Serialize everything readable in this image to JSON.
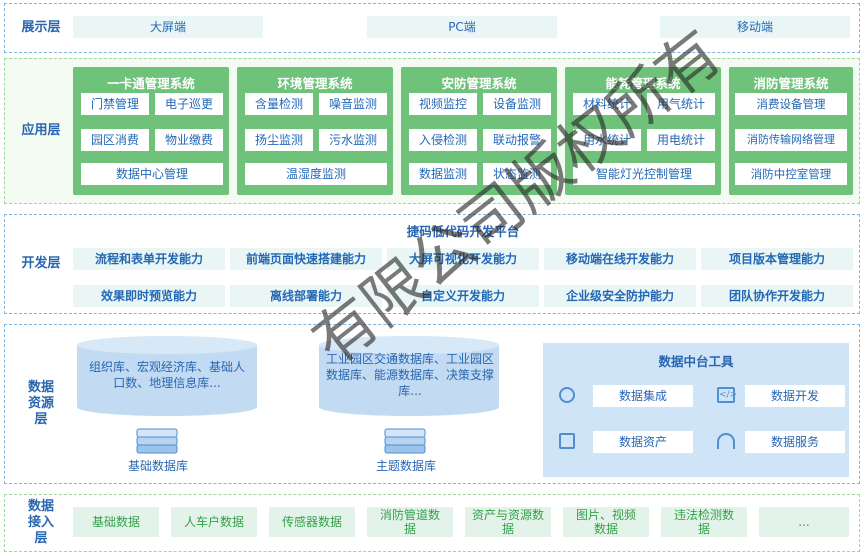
{
  "presentation": {
    "label": "展示层",
    "items": [
      "大屏端",
      "PC端",
      "移动端"
    ]
  },
  "application": {
    "label": "应用层",
    "systems": [
      {
        "title": "一卡通管理系统",
        "items": [
          "门禁管理",
          "电子巡更",
          "园区消费",
          "物业缴费"
        ],
        "wide": "数据中心管理"
      },
      {
        "title": "环境管理系统",
        "items": [
          "含量检测",
          "噪音监测",
          "扬尘监测",
          "污水监测"
        ],
        "wide": "温湿度监测"
      },
      {
        "title": "安防管理系统",
        "items": [
          "视频监控",
          "设备监测",
          "入侵检测",
          "联动报警",
          "数据监测",
          "状态监测"
        ],
        "wide": ""
      },
      {
        "title": "能耗管理系统",
        "items": [
          "材料统计",
          "用气统计",
          "用水统计",
          "用电统计"
        ],
        "wide": "智能灯光控制管理"
      },
      {
        "title": "消防管理系统",
        "items": [],
        "rows": [
          "消费设备管理",
          "消防传输网络管理",
          "消防中控室管理"
        ],
        "wide": ""
      }
    ]
  },
  "development": {
    "label": "开发层",
    "platform": "捷码低代码开发平台",
    "row1": [
      "流程和表单开发能力",
      "前端页面快速搭建能力",
      "大屏可视化开发能力",
      "移动端在线开发能力",
      "项目版本管理能力"
    ],
    "row2": [
      "效果即时预览能力",
      "离线部署能力",
      "自定义开发能力",
      "企业级安全防护能力",
      "团队协作开发能力"
    ]
  },
  "data_resource": {
    "label": "数据资源层",
    "db1": {
      "text": "组织库、宏观经济库、基础人口数、地理信息库...",
      "caption": "基础数据库"
    },
    "db2": {
      "text": "工业园区交通数据库、工业园区数据库、能源数据库、决策支撑库...",
      "caption": "主题数据库"
    },
    "middle": {
      "title": "数据中台工具",
      "items": [
        "数据集成",
        "数据开发",
        "数据资产",
        "数据服务"
      ]
    }
  },
  "data_access": {
    "label": "数据接入层",
    "items": [
      "基础数据",
      "人车户数据",
      "传感器数据",
      "消防管道数据",
      "资产与资源数据",
      "图片、视频数据",
      "违法检测数据",
      "..."
    ]
  },
  "watermark": "有限公司版权所有",
  "colors": {
    "border_blue": "#7fb3e0",
    "border_green": "#9fd69c",
    "app_green": "#6fc27a"
  }
}
